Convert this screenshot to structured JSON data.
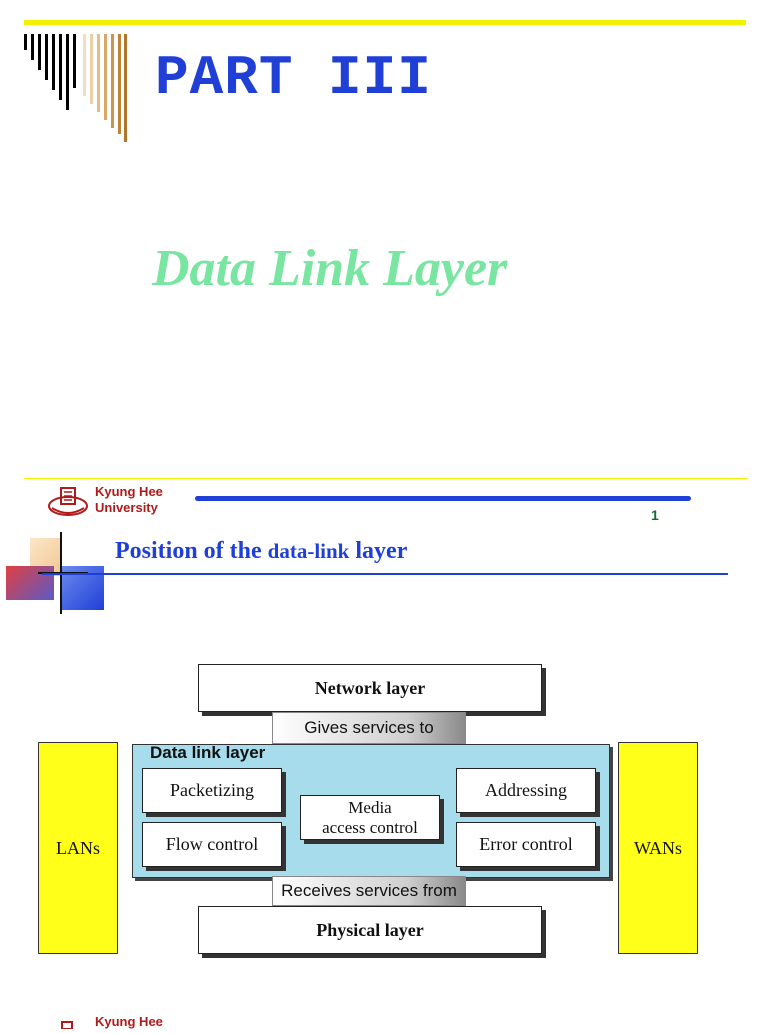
{
  "slide1": {
    "part_title": "PART III",
    "chapter_title": "Data Link Layer",
    "university_line1": "Kyung Hee",
    "university_line2": "University",
    "page_number": "1"
  },
  "slide2": {
    "heading_prefix": "Position of the ",
    "heading_mid": "data-link",
    "heading_suffix": " layer",
    "diagram": {
      "network_layer": "Network layer",
      "gives_services": "Gives services to",
      "data_link_title": "Data link layer",
      "packetizing": "Packetizing",
      "addressing": "Addressing",
      "media_line1": "Media",
      "media_line2": "access control",
      "flow_control": "Flow control",
      "error_control": "Error control",
      "receives_services": "Receives services from",
      "physical_layer": "Physical layer",
      "lans": "LANs",
      "wans": "WANs"
    },
    "footer_partial": "Kyung Hee"
  },
  "colors": {
    "title_blue": "#1f3fd6",
    "chapter_green": "#78e6a0",
    "panel_blue": "#a6dcec",
    "side_yellow": "#ffff1a",
    "university_red": "#b01a1a"
  }
}
